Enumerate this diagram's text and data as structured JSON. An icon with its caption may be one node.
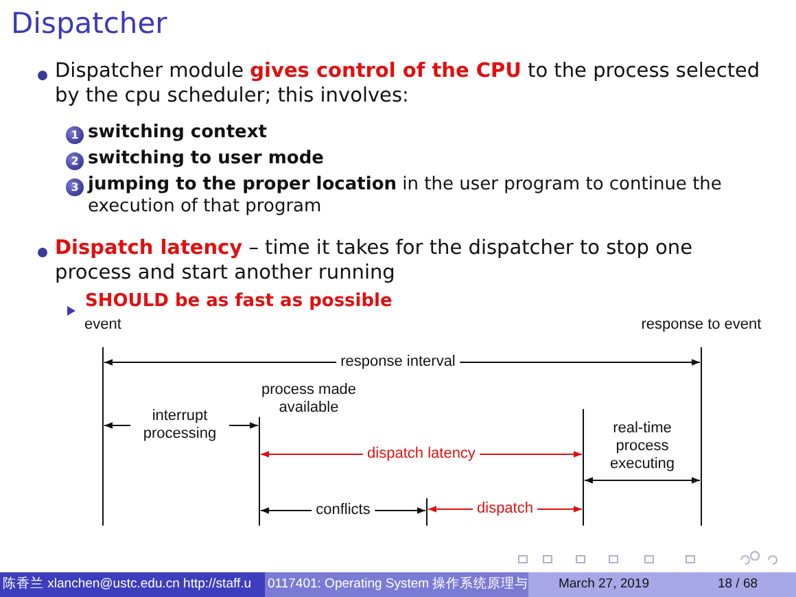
{
  "diagram": {
    "title": "Dispatcher",
    "labels": [
      "Dispatcher module **gives control of the CPU** to the process selected by the cpu scheduler; this involves:",
      "1",
      "switching context",
      "2",
      "switching to user mode",
      "3",
      "**jumping to the proper location** in the user program to continue the execution of that program",
      "**Dispatch latency** – time it takes for the dispatcher to stop one process and start another running",
      "SHOULD be as fast as possible",
      "event",
      "response to event",
      "response interval",
      "process made available",
      "interrupt processing",
      "dispatch latency",
      "real-time process executing",
      "conflicts",
      "dispatch",
      "陈香兰 xlanchen@ustc.edu.cn http://staff.u",
      "0117401: Operating System 操作系统原理与",
      "March 27, 2019",
      "18 / 68"
    ]
  }
}
